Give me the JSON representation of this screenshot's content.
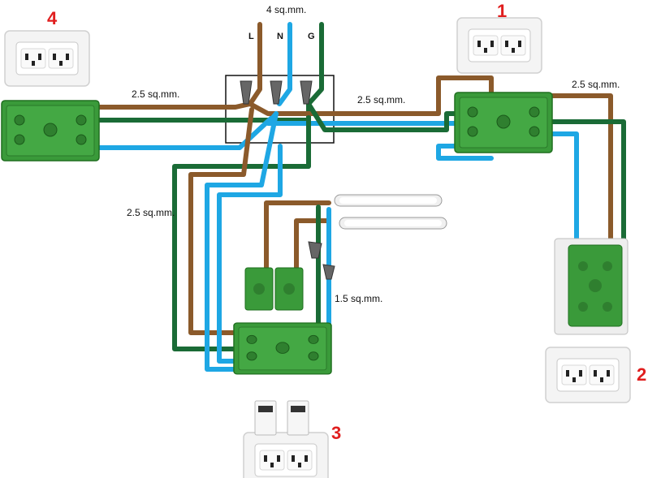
{
  "labels": {
    "main_cable": "4 sq.mm.",
    "line": "L",
    "neutral": "N",
    "ground": "G",
    "left_cable": "2.5 sq.mm.",
    "right_cable": "2.5 sq.mm.",
    "far_right_cable": "2.5 sq.mm.",
    "vertical_cable": "2.5 sq.mm.",
    "lamp_cable": "1.5 sq.mm."
  },
  "outlet_numbers": {
    "outlet_1": "1",
    "outlet_2": "2",
    "outlet_3": "3",
    "outlet_4": "4"
  },
  "colors": {
    "live_wire": "#8b5a2b",
    "neutral_wire": "#1ea7e4",
    "ground_wire": "#1a6b36",
    "number": "#e01e1e",
    "module_green": "#3a9a3a",
    "plate": "#f4f4f4"
  },
  "icons": [
    "duplex-outlet-icon",
    "switch-icon",
    "fluorescent-lamp-icon",
    "wire-connector-icon",
    "junction-box-icon"
  ]
}
